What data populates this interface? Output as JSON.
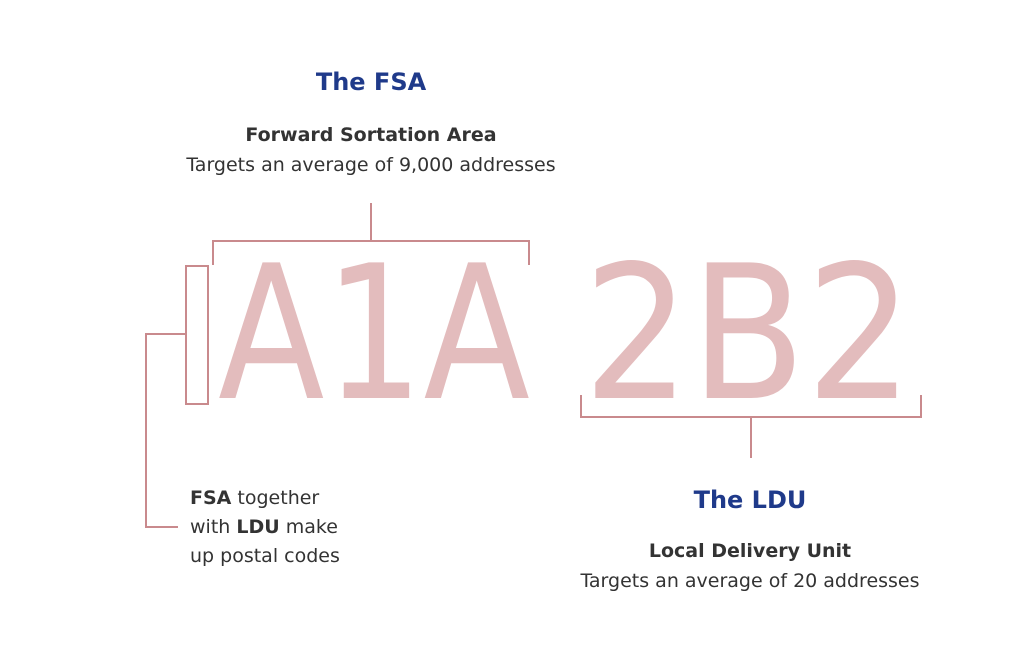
{
  "colors": {
    "heading": "#1f3a8a",
    "text": "#333333",
    "accent": "#c98a8d",
    "code": "#e3bcbd"
  },
  "fsa": {
    "heading": "The FSA",
    "name": "Forward Sortation Area",
    "description": "Targets an average of 9,000 addresses"
  },
  "ldu": {
    "heading": "The LDU",
    "name": "Local Delivery Unit",
    "description": "Targets an average of 20 addresses"
  },
  "postal_code": {
    "fsa_part": "A1A",
    "ldu_part": "2B2"
  },
  "note": {
    "w1": "FSA",
    "w2": "together",
    "w3": "with",
    "w4": "LDU",
    "w5": "make",
    "w6": "up postal codes"
  }
}
